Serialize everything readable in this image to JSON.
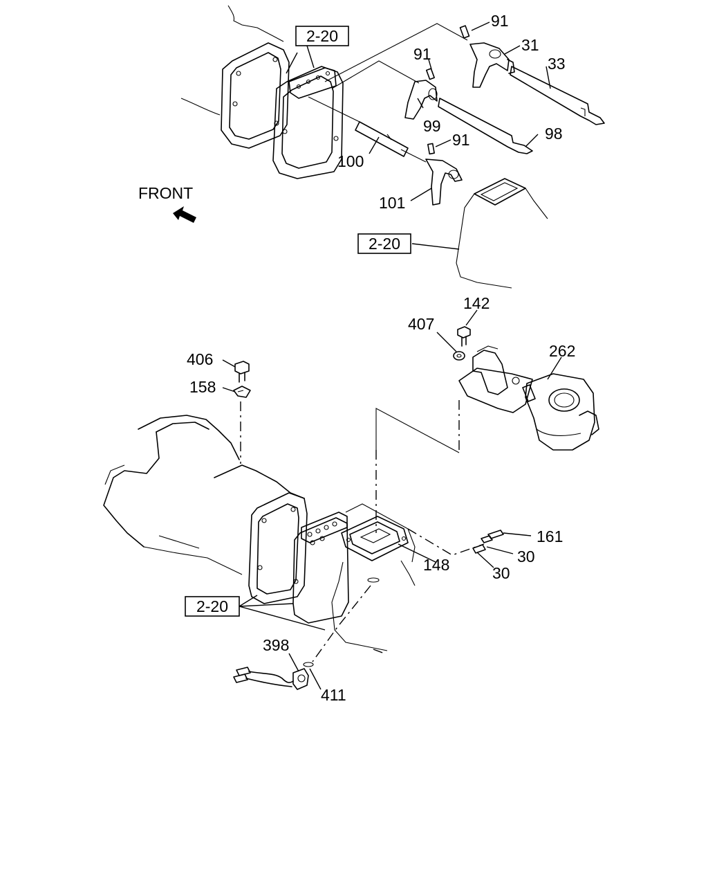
{
  "front_label": "FRONT",
  "ref_labels": [
    "2-20",
    "2-20",
    "2-20"
  ],
  "callouts": {
    "p91a": "91",
    "p31": "31",
    "p33": "33",
    "p91b": "91",
    "p99": "99",
    "p98": "98",
    "p91c": "91",
    "p100": "100",
    "p101": "101",
    "p142": "142",
    "p407": "407",
    "p262": "262",
    "p406": "406",
    "p158": "158",
    "p161": "161",
    "p30a": "30",
    "p30b": "30",
    "p148": "148",
    "p398": "398",
    "p411": "411"
  }
}
